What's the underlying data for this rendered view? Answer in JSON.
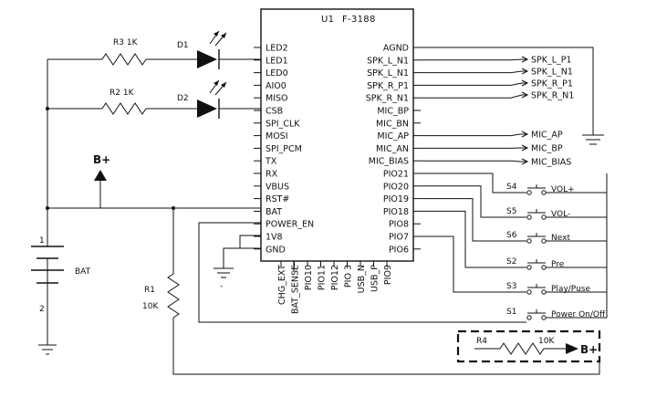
{
  "chip": {
    "ref": "U1",
    "part": "F-3188",
    "left_pins": [
      "LED2",
      "LED1",
      "LED0",
      "AIO0",
      "MISO",
      "CSB",
      "SPI_CLK",
      "MOSI",
      "SPI_PCM",
      "TX",
      "RX",
      "VBUS",
      "RST#",
      "BAT",
      "POWER_EN",
      "1V8",
      "GND"
    ],
    "right_pins": [
      "AGND",
      "SPK_L_N1",
      "SPK_L_N1",
      "SPK_R_P1",
      "SPK_R_N1",
      "MIC_BP",
      "MIC_BN",
      "MIC_AP",
      "MIC_AN",
      "MIC_BIAS",
      "PIO21",
      "PIO20",
      "PIO19",
      "PIO18",
      "PIO8",
      "PIO7",
      "PIO6"
    ],
    "bottom_pins": [
      "CHG_EXT",
      "BAT_SENSE",
      "PIO10",
      "PIO11",
      "PIO12",
      "PIO 3",
      "USB_N",
      "USB_P",
      "PIO9"
    ]
  },
  "components": {
    "r3": "R3  1K",
    "r2": "R2  1K",
    "d1": "D1",
    "d2": "D2",
    "r1_ref": "R1",
    "r1_val": "10K",
    "r4_ref": "R4",
    "r4_val": "10K",
    "bplus_top": "B+",
    "bplus_r4": "B+",
    "bat_label": "BAT",
    "bat_pin1": "1",
    "bat_pin2": "2"
  },
  "speaker_nets": [
    "SPK_L_P1",
    "SPK_L_N1",
    "SPK_R_P1",
    "SPK_R_N1"
  ],
  "mic_nets": [
    "MIC_AP",
    "MIC_BP",
    "MIC_BIAS"
  ],
  "switches": [
    {
      "ref": "S4",
      "label": "VOL+"
    },
    {
      "ref": "S5",
      "label": "VOL-"
    },
    {
      "ref": "S6",
      "label": "Next"
    },
    {
      "ref": "S2",
      "label": "Pre"
    },
    {
      "ref": "S3",
      "label": "Play/Puse"
    },
    {
      "ref": "S1",
      "label": "Power On/Off"
    }
  ]
}
